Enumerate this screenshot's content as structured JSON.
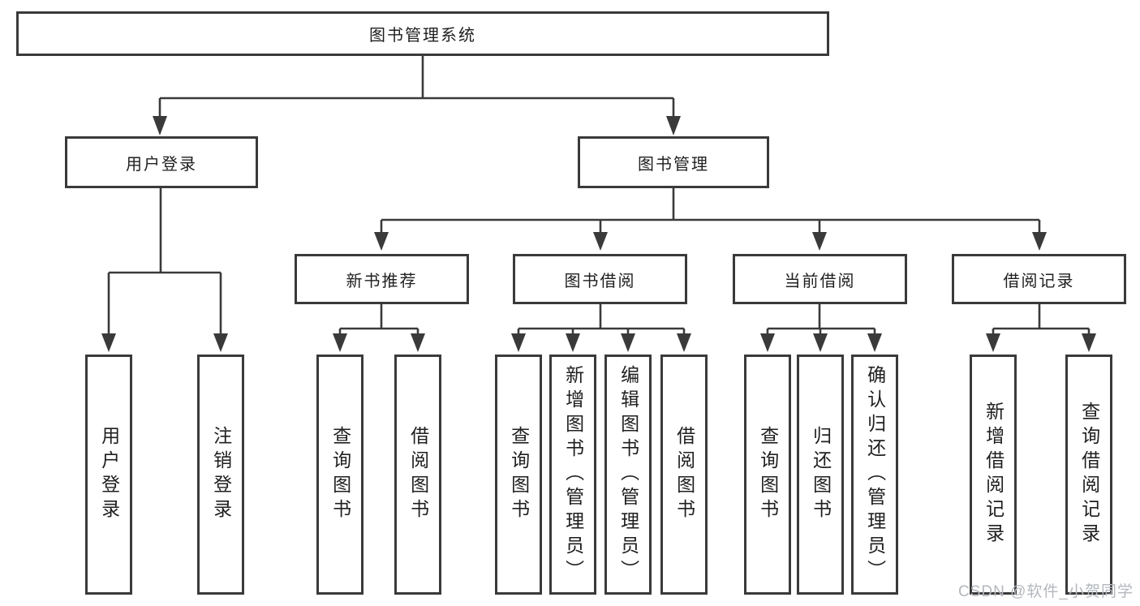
{
  "diagram": {
    "title": "图书管理系统",
    "user_login": {
      "label": "用户登录",
      "children": [
        "用户登录",
        "注销登录"
      ]
    },
    "book_management": {
      "label": "图书管理",
      "new_books": {
        "label": "新书推荐",
        "children": [
          "查询图书",
          "借阅图书"
        ]
      },
      "book_borrow": {
        "label": "图书借阅",
        "children": [
          "查询图书",
          "新增图书（管理员）",
          "编辑图书（管理员）",
          "借阅图书"
        ]
      },
      "current_borrow": {
        "label": "当前借阅",
        "children": [
          "查询图书",
          "归还图书",
          "确认归还（管理员）"
        ]
      },
      "borrow_records": {
        "label": "借阅记录",
        "children": [
          "新增借阅记录",
          "查询借阅记录"
        ]
      }
    }
  },
  "watermark": "CSDN @软件_小贺同学",
  "colors": {
    "line": "#3a3a3a",
    "text": "#1f1f1f",
    "canvas_bg": "#ffffff",
    "watermark": "#b3b7bd"
  }
}
